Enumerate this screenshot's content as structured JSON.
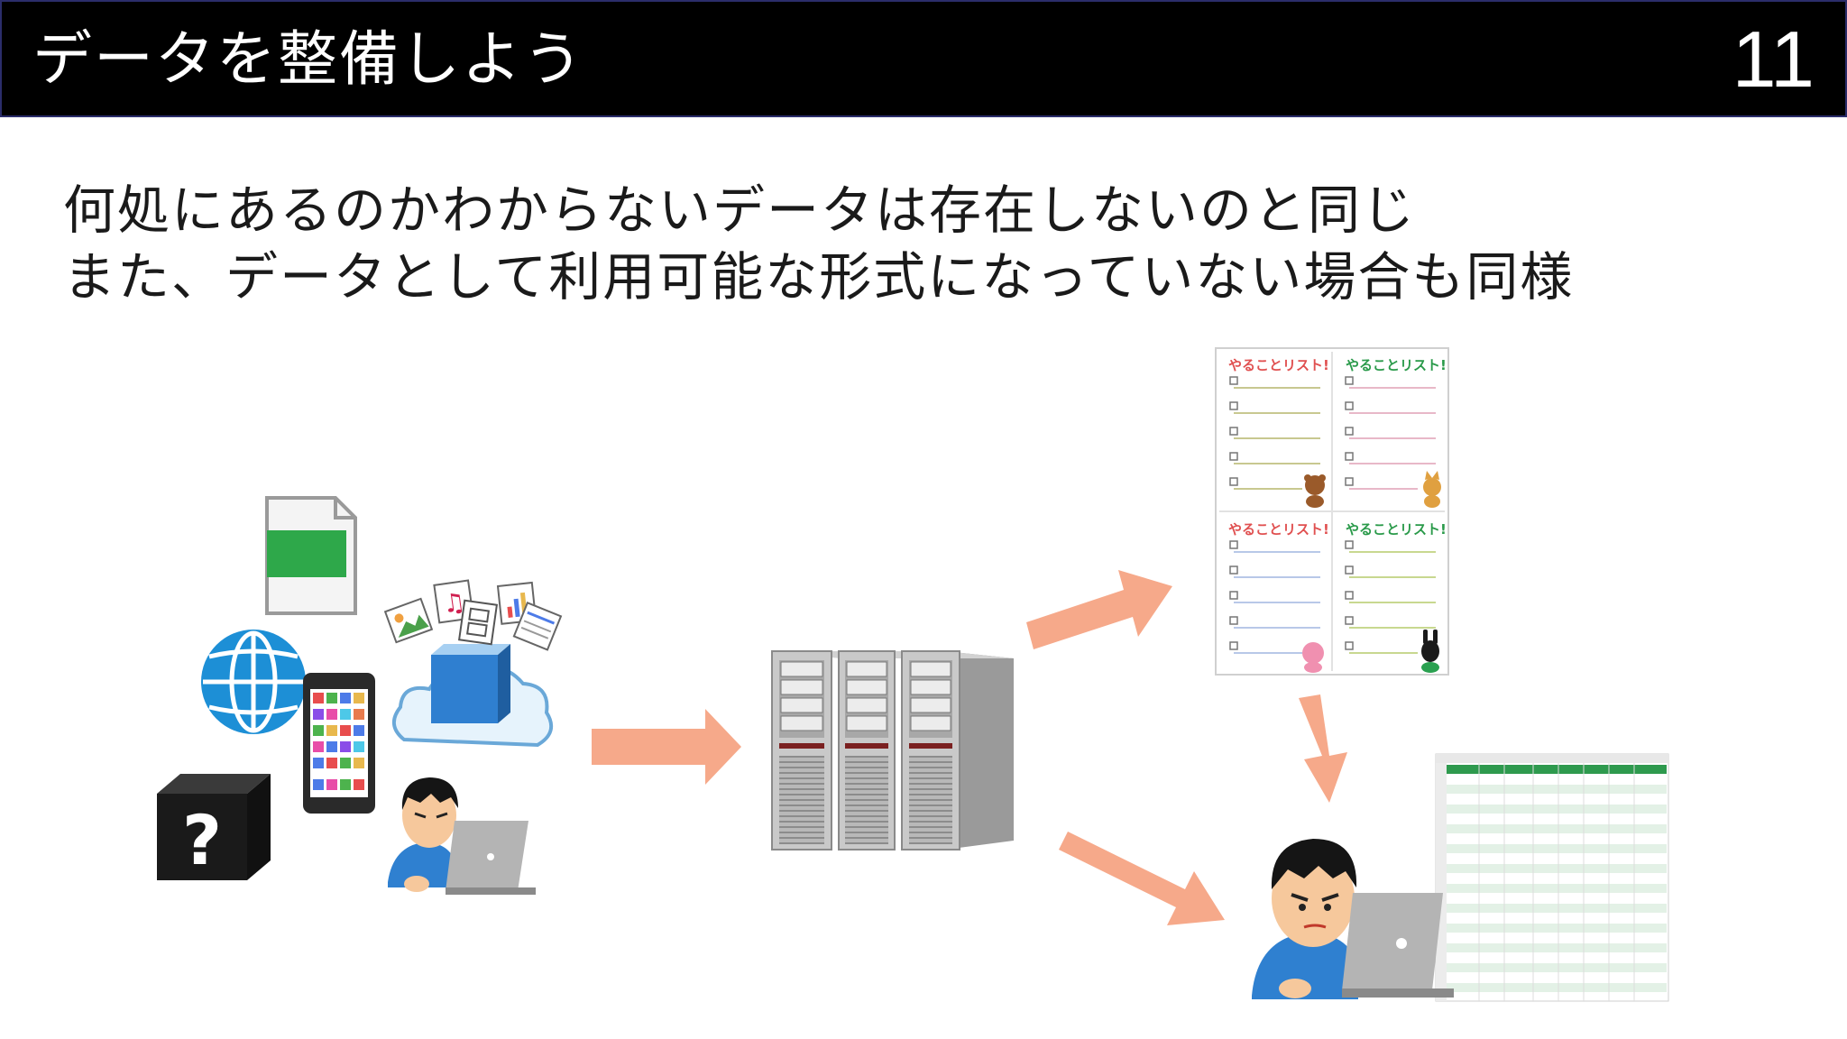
{
  "slide": {
    "title": "データを整備しよう",
    "page_number": "11",
    "lines": [
      "何処にあるのかわからないデータは存在しないのと同じ",
      "また、データとして利用可能な形式になっていない場合も同様"
    ]
  },
  "illustrations": {
    "unknown_box_symbol": "?",
    "todo_card_title": "やることリスト!"
  },
  "colors": {
    "header_bg": "#000000",
    "arrow": "#f6a98a",
    "file_green": "#2ea84a",
    "globe_blue": "#1d8fd6",
    "box_blue": "#2f7fd0"
  }
}
